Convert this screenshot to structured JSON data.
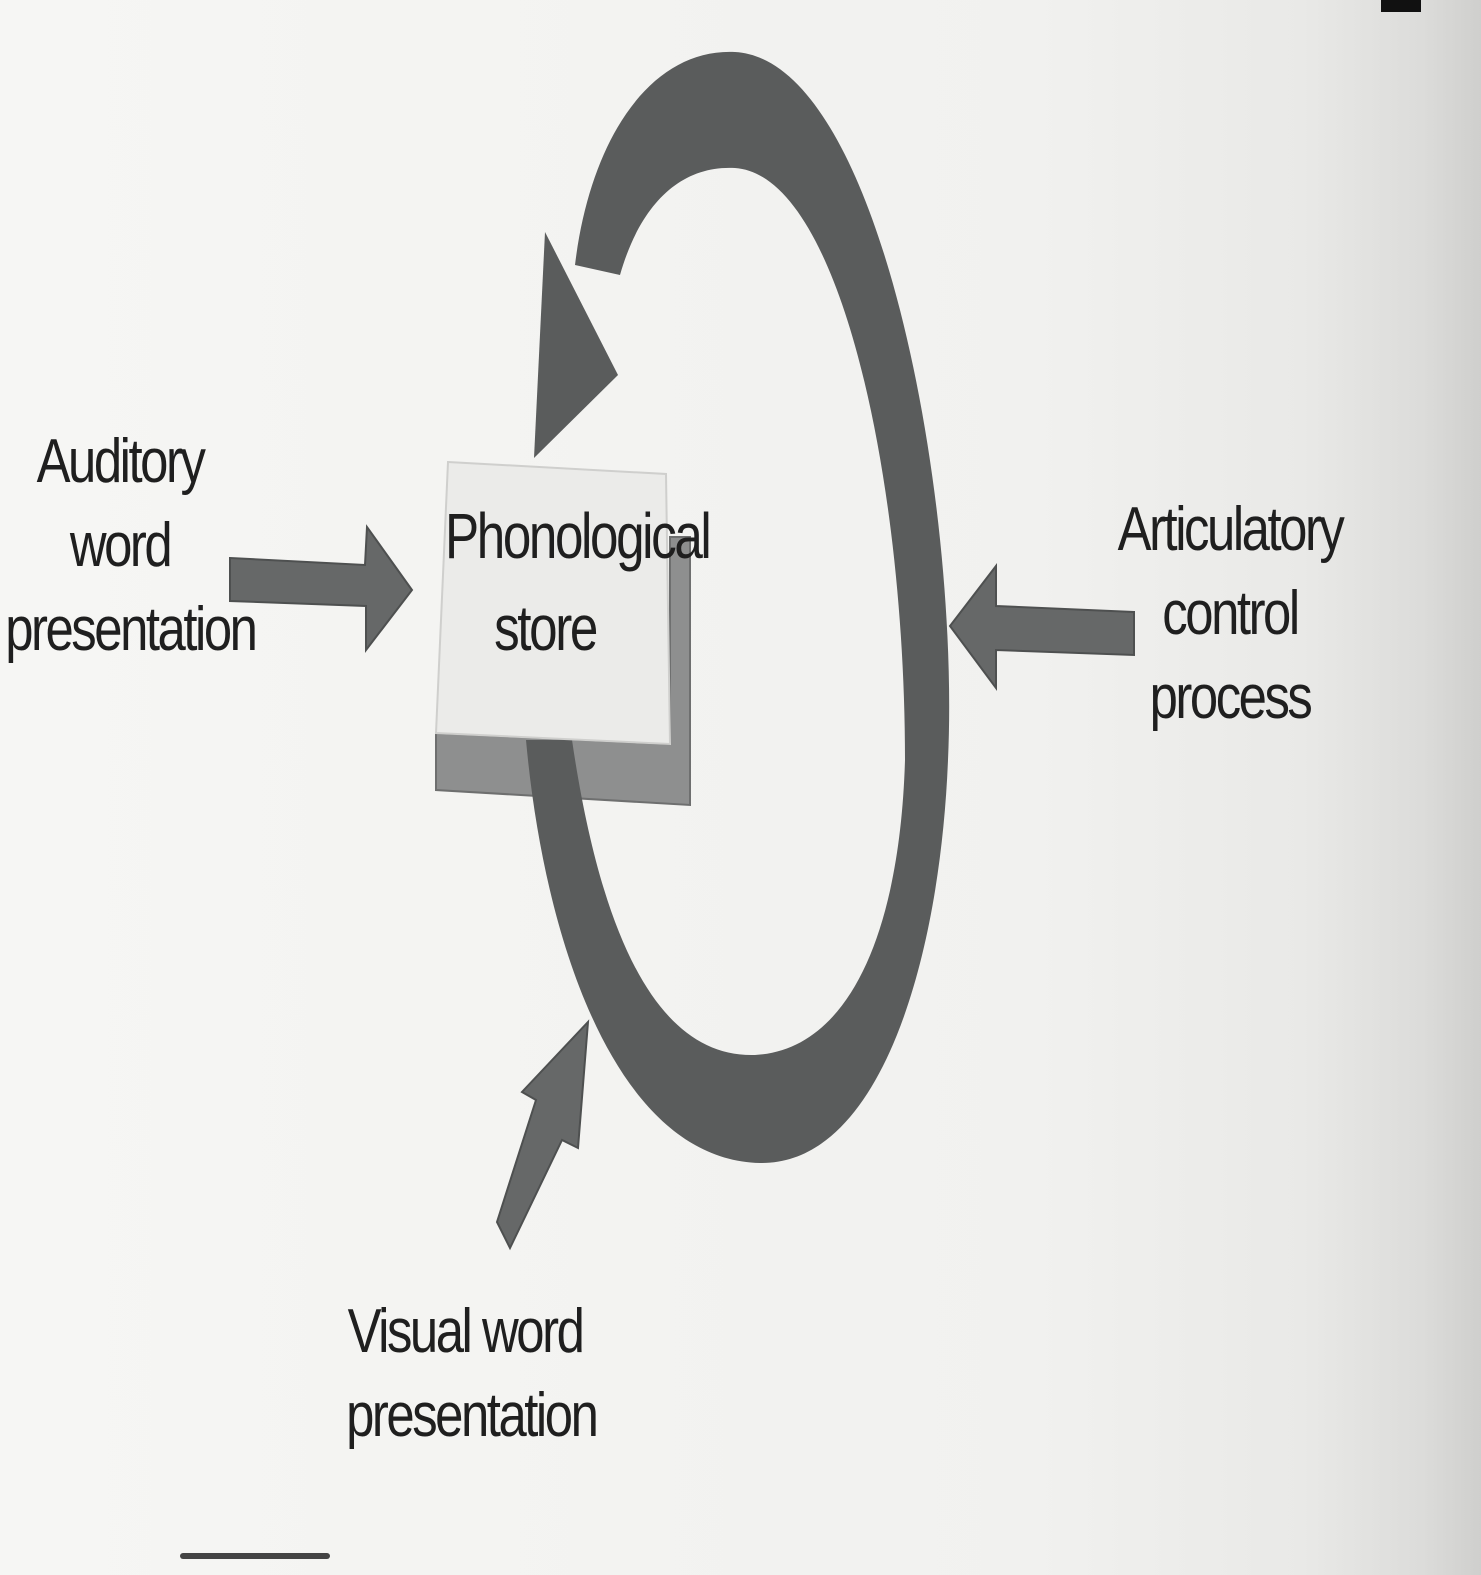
{
  "diagram": {
    "store": {
      "line1": "Phonological",
      "line2": "store"
    },
    "inputs": {
      "auditory": {
        "line1": "Auditory",
        "line2": "word",
        "line3": "presentation"
      },
      "articulatory": {
        "line1": "Articulatory",
        "line2": "control",
        "line3": "process"
      },
      "visual": {
        "line1": "Visual word",
        "line2": "presentation"
      }
    },
    "colors": {
      "loop": "#5a5c5c",
      "arrow": "#666868",
      "box_face": "#ebebe9",
      "box_shadow": "#8e8f8f",
      "text": "#1f1f1f"
    }
  }
}
